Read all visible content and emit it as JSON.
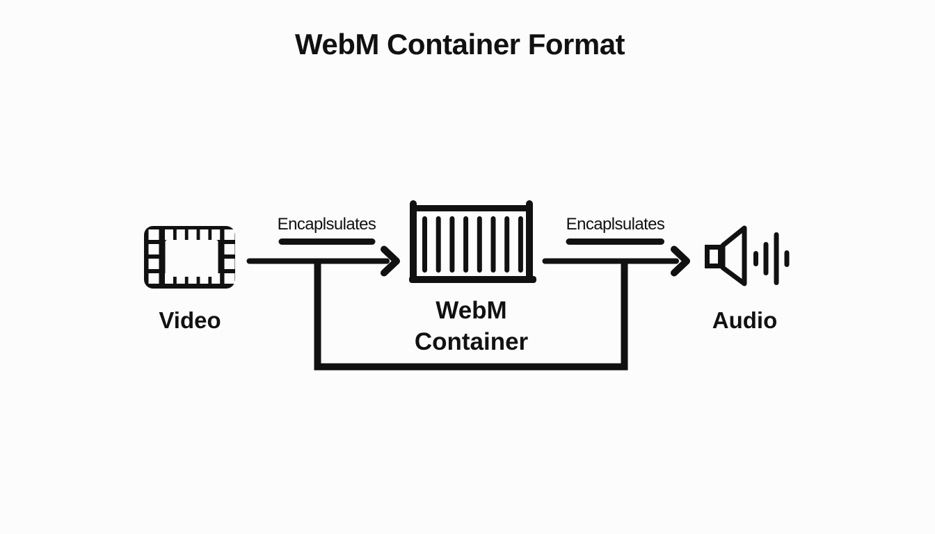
{
  "title": "WebM Container Format",
  "nodes": {
    "video": {
      "label": "Video",
      "icon": "film-strip-icon"
    },
    "container": {
      "label_line1": "WebM",
      "label_line2": "Container",
      "icon": "shipping-container-icon"
    },
    "audio": {
      "label": "Audio",
      "icon": "speaker-icon"
    }
  },
  "edges": {
    "video_to_container": {
      "label": "Encaplsulates"
    },
    "container_to_audio": {
      "label": "Encaplsulates"
    }
  },
  "colors": {
    "ink": "#111111",
    "background": "#fcfcfc"
  }
}
